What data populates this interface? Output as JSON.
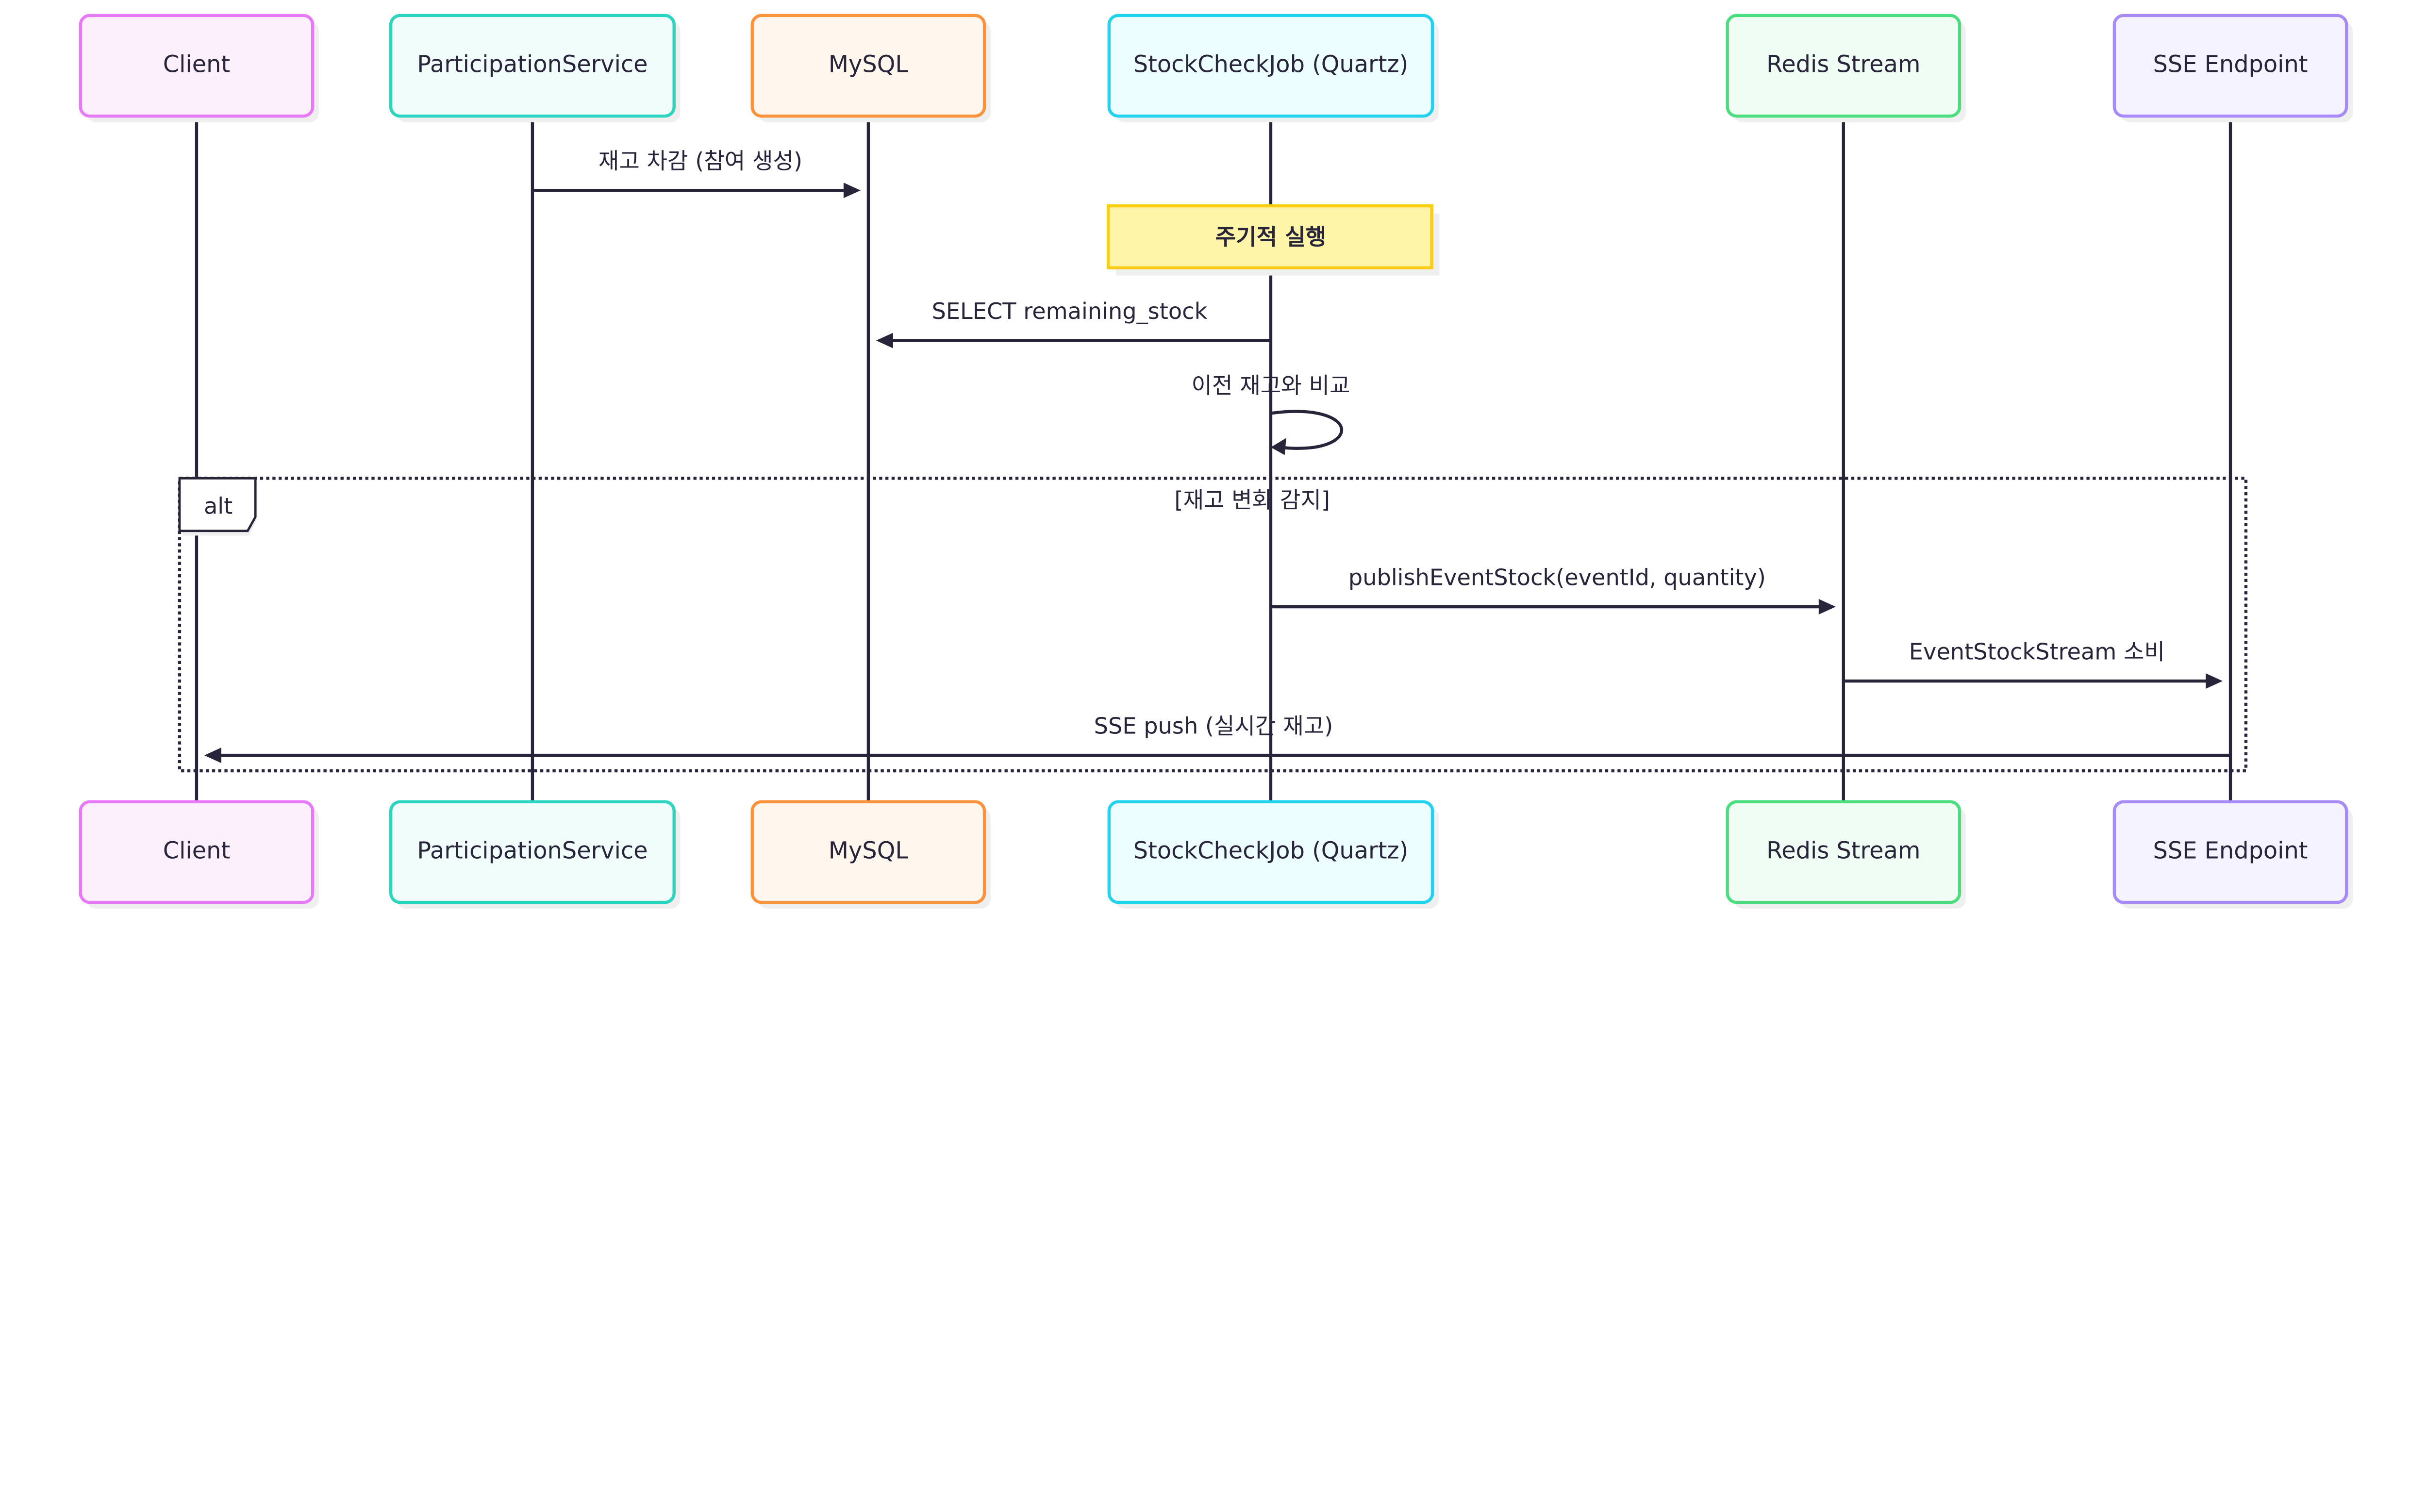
{
  "diagram": {
    "type": "sequence",
    "participants": [
      {
        "id": "client",
        "label": "Client",
        "border": "#e879f9",
        "fill": "#fdf0fd"
      },
      {
        "id": "participation",
        "label": "ParticipationService",
        "border": "#2dd4bf",
        "fill": "#f0fdfa"
      },
      {
        "id": "mysql",
        "label": "MySQL",
        "border": "#fb923c",
        "fill": "#fff7ed"
      },
      {
        "id": "job",
        "label": "StockCheckJob (Quartz)",
        "border": "#22d3ee",
        "fill": "#ecfeff"
      },
      {
        "id": "redis",
        "label": "Redis Stream",
        "border": "#4ade80",
        "fill": "#f0fdf4"
      },
      {
        "id": "sse",
        "label": "SSE Endpoint",
        "border": "#a78bfa",
        "fill": "#f5f3ff"
      }
    ],
    "messages": [
      {
        "from": "participation",
        "to": "mysql",
        "label": "재고 차감 (참여 생성)"
      },
      {
        "from": "job",
        "to": "mysql",
        "label": "SELECT remaining_stock"
      },
      {
        "from": "job",
        "to": "job",
        "label": "이전 재고와 비교"
      },
      {
        "from": "job",
        "to": "redis",
        "label": "publishEventStock(eventId, quantity)"
      },
      {
        "from": "redis",
        "to": "sse",
        "label": "EventStockStream 소비"
      },
      {
        "from": "sse",
        "to": "client",
        "label": "SSE push (실시간 재고)"
      }
    ],
    "note": {
      "over": "job",
      "label": "주기적 실행",
      "border": "#facc15",
      "fill": "#fef5a8"
    },
    "alt": {
      "keyword": "alt",
      "condition": "[재고 변화 감지]"
    },
    "text_color": "#28243a"
  }
}
